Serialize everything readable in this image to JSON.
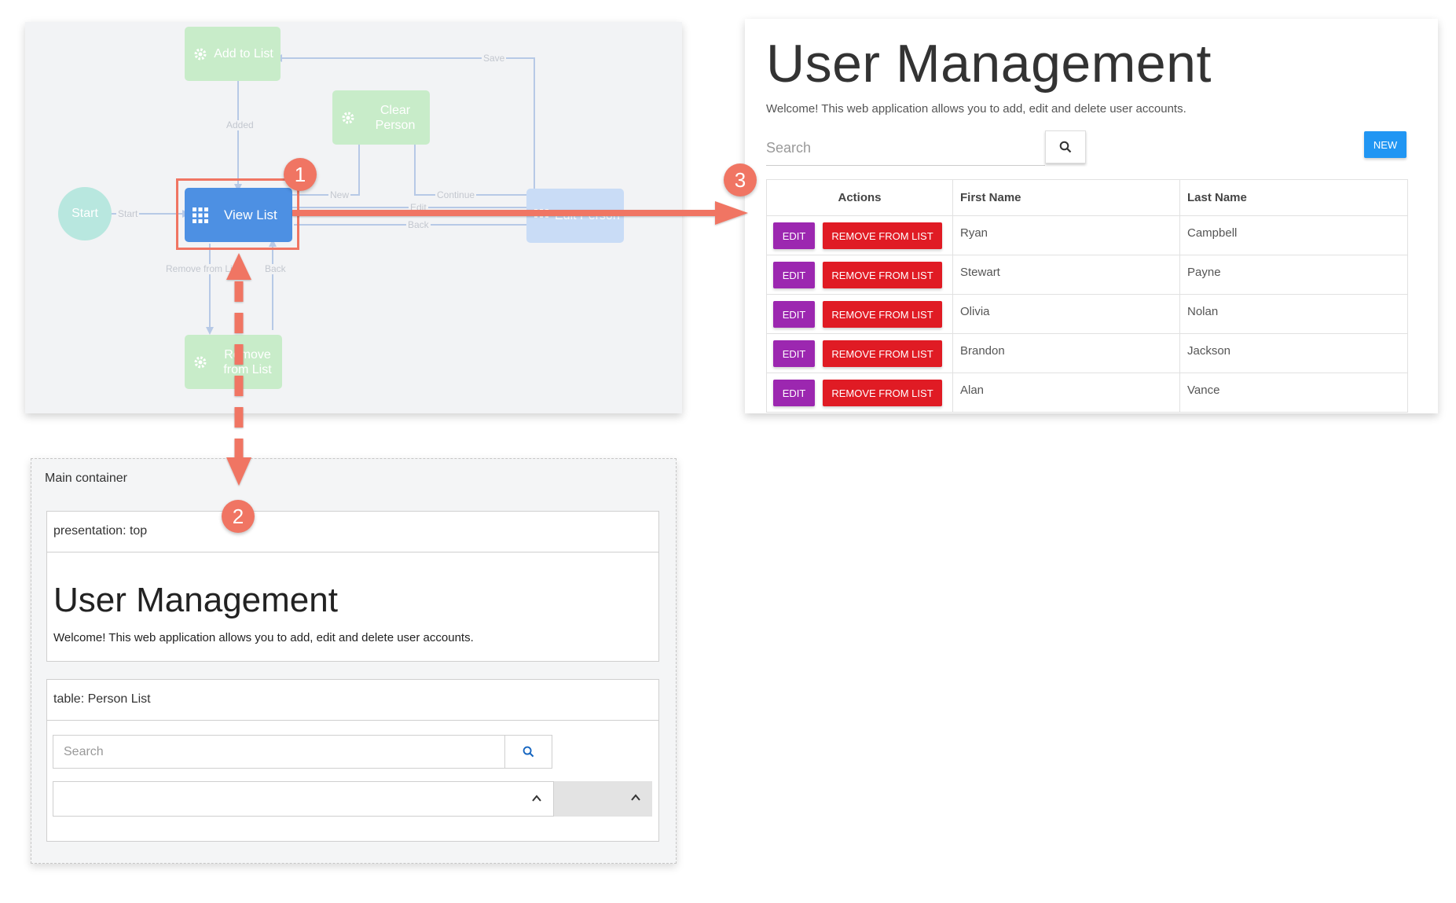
{
  "flow": {
    "nodes": {
      "start": "Start",
      "view_list": "View List",
      "add_to_list": "Add to List",
      "clear_person": "Clear Person",
      "remove_from_list": "Remove from List",
      "edit_person": "Edit Person"
    },
    "edges": {
      "start": "Start",
      "added": "Added",
      "save": "Save",
      "new": "New",
      "continue": "Continue",
      "edit": "Edit",
      "back_top": "Back",
      "remove_from_list": "Remove from List",
      "back_bottom": "Back"
    }
  },
  "badges": [
    "1",
    "2",
    "3"
  ],
  "app": {
    "title": "User Management",
    "welcome": "Welcome! This web application allows you to add, edit and delete user accounts.",
    "search_placeholder": "Search",
    "search_icon": "search-icon",
    "new_label": "NEW",
    "table": {
      "headers": [
        "Actions",
        "First Name",
        "Last Name"
      ],
      "edit_label": "EDIT",
      "remove_label": "REMOVE FROM LIST",
      "rows": [
        {
          "first": "Ryan",
          "last": "Campbell"
        },
        {
          "first": "Stewart",
          "last": "Payne"
        },
        {
          "first": "Olivia",
          "last": "Nolan"
        },
        {
          "first": "Brandon",
          "last": "Jackson"
        },
        {
          "first": "Alan",
          "last": "Vance"
        }
      ]
    }
  },
  "container": {
    "title": "Main container",
    "presentation_label": "presentation: top",
    "heading": "User Management",
    "welcome": "Welcome! This web application allows you to add, edit and delete user accounts.",
    "table_label": "table: Person List",
    "search_placeholder": "Search"
  },
  "colors": {
    "accent_arrow": "#f07563",
    "view_list_node": "#4d90e3",
    "edit_button": "#9c27b0",
    "remove_button": "#e01b24",
    "new_button": "#2196f3"
  }
}
